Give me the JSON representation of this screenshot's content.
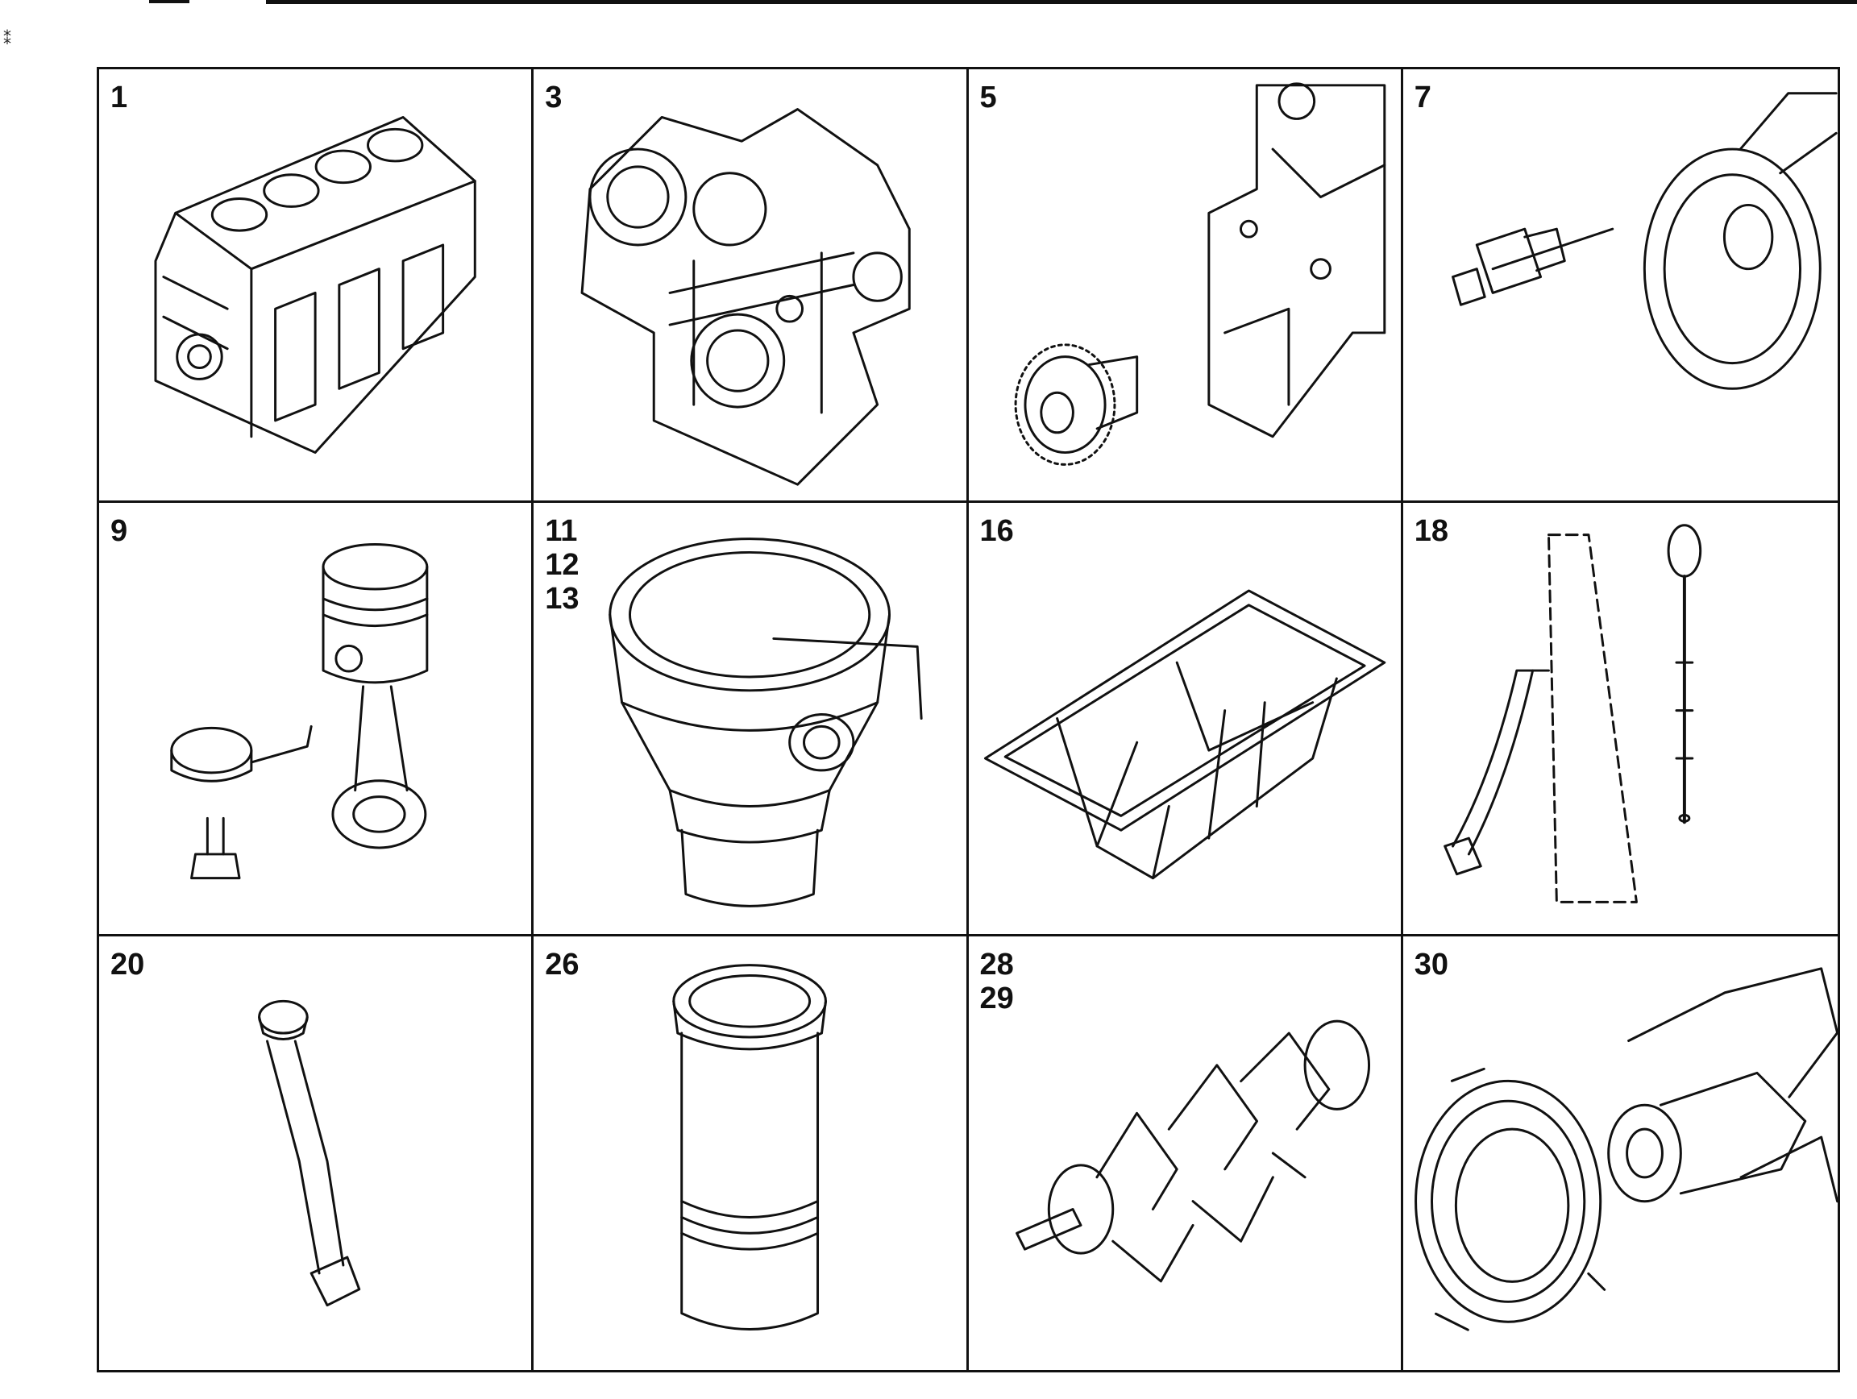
{
  "cells": [
    {
      "numbers": [
        "1"
      ],
      "icon": "cylinder-block-icon"
    },
    {
      "numbers": [
        "3"
      ],
      "icon": "timing-gear-case-icon"
    },
    {
      "numbers": [
        "5"
      ],
      "icon": "idler-gear-icon"
    },
    {
      "numbers": [
        "7"
      ],
      "icon": "sensor-switch-icon"
    },
    {
      "numbers": [
        "9"
      ],
      "icon": "piston-connecting-rod-icon"
    },
    {
      "numbers": [
        "11",
        "12",
        "13"
      ],
      "icon": "oil-filter-housing-icon"
    },
    {
      "numbers": [
        "16"
      ],
      "icon": "oil-pan-icon"
    },
    {
      "numbers": [
        "18"
      ],
      "icon": "dipstick-tube-icon"
    },
    {
      "numbers": [
        "20"
      ],
      "icon": "oil-filler-pipe-icon"
    },
    {
      "numbers": [
        "26"
      ],
      "icon": "cylinder-liner-icon"
    },
    {
      "numbers": [
        "28",
        "29"
      ],
      "icon": "crankshaft-icon"
    },
    {
      "numbers": [
        "30"
      ],
      "icon": "crankshaft-seal-icon"
    }
  ]
}
